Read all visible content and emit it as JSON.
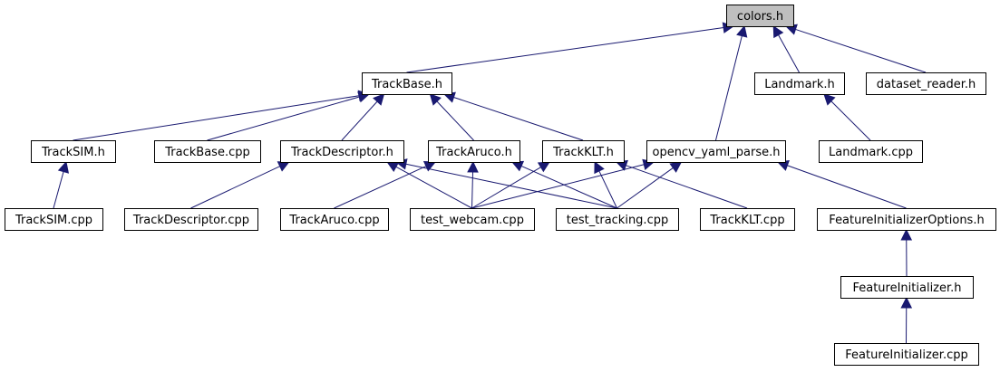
{
  "colors": {
    "edge": "#191970",
    "node_fill": "#ffffff",
    "highlight_fill": "#bfbfbf",
    "border": "#000000"
  },
  "nodes": [
    {
      "id": "colors_h",
      "label": "colors.h",
      "highlight": true
    },
    {
      "id": "trackbase_h",
      "label": "TrackBase.h"
    },
    {
      "id": "landmark_h",
      "label": "Landmark.h"
    },
    {
      "id": "dataset_reader_h",
      "label": "dataset_reader.h"
    },
    {
      "id": "tracksim_h",
      "label": "TrackSIM.h"
    },
    {
      "id": "trackbase_cpp",
      "label": "TrackBase.cpp"
    },
    {
      "id": "trackdescriptor_h",
      "label": "TrackDescriptor.h"
    },
    {
      "id": "trackaruco_h",
      "label": "TrackAruco.h"
    },
    {
      "id": "trackklt_h",
      "label": "TrackKLT.h"
    },
    {
      "id": "opencv_yaml_parse_h",
      "label": "opencv_yaml_parse.h"
    },
    {
      "id": "landmark_cpp",
      "label": "Landmark.cpp"
    },
    {
      "id": "tracksim_cpp",
      "label": "TrackSIM.cpp"
    },
    {
      "id": "trackdescriptor_cpp",
      "label": "TrackDescriptor.cpp"
    },
    {
      "id": "trackaruco_cpp",
      "label": "TrackAruco.cpp"
    },
    {
      "id": "test_webcam_cpp",
      "label": "test_webcam.cpp"
    },
    {
      "id": "test_tracking_cpp",
      "label": "test_tracking.cpp"
    },
    {
      "id": "trackklt_cpp",
      "label": "TrackKLT.cpp"
    },
    {
      "id": "featureinitializeroptions_h",
      "label": "FeatureInitializerOptions.h"
    },
    {
      "id": "featureinitializer_h",
      "label": "FeatureInitializer.h"
    },
    {
      "id": "featureinitializer_cpp",
      "label": "FeatureInitializer.cpp"
    }
  ],
  "edges": [
    {
      "from": "trackbase_h",
      "to": "colors_h"
    },
    {
      "from": "opencv_yaml_parse_h",
      "to": "colors_h"
    },
    {
      "from": "landmark_h",
      "to": "colors_h"
    },
    {
      "from": "dataset_reader_h",
      "to": "colors_h"
    },
    {
      "from": "tracksim_h",
      "to": "trackbase_h"
    },
    {
      "from": "trackbase_cpp",
      "to": "trackbase_h"
    },
    {
      "from": "trackdescriptor_h",
      "to": "trackbase_h"
    },
    {
      "from": "trackaruco_h",
      "to": "trackbase_h"
    },
    {
      "from": "trackklt_h",
      "to": "trackbase_h"
    },
    {
      "from": "landmark_cpp",
      "to": "landmark_h"
    },
    {
      "from": "tracksim_cpp",
      "to": "tracksim_h"
    },
    {
      "from": "trackdescriptor_cpp",
      "to": "trackdescriptor_h"
    },
    {
      "from": "test_webcam_cpp",
      "to": "trackdescriptor_h"
    },
    {
      "from": "test_tracking_cpp",
      "to": "trackdescriptor_h"
    },
    {
      "from": "trackaruco_cpp",
      "to": "trackaruco_h"
    },
    {
      "from": "test_webcam_cpp",
      "to": "trackaruco_h"
    },
    {
      "from": "test_tracking_cpp",
      "to": "trackaruco_h"
    },
    {
      "from": "test_webcam_cpp",
      "to": "trackklt_h"
    },
    {
      "from": "test_tracking_cpp",
      "to": "trackklt_h"
    },
    {
      "from": "trackklt_cpp",
      "to": "trackklt_h"
    },
    {
      "from": "test_webcam_cpp",
      "to": "opencv_yaml_parse_h"
    },
    {
      "from": "test_tracking_cpp",
      "to": "opencv_yaml_parse_h"
    },
    {
      "from": "featureinitializeroptions_h",
      "to": "opencv_yaml_parse_h"
    },
    {
      "from": "featureinitializer_h",
      "to": "featureinitializeroptions_h"
    },
    {
      "from": "featureinitializer_cpp",
      "to": "featureinitializer_h"
    }
  ]
}
